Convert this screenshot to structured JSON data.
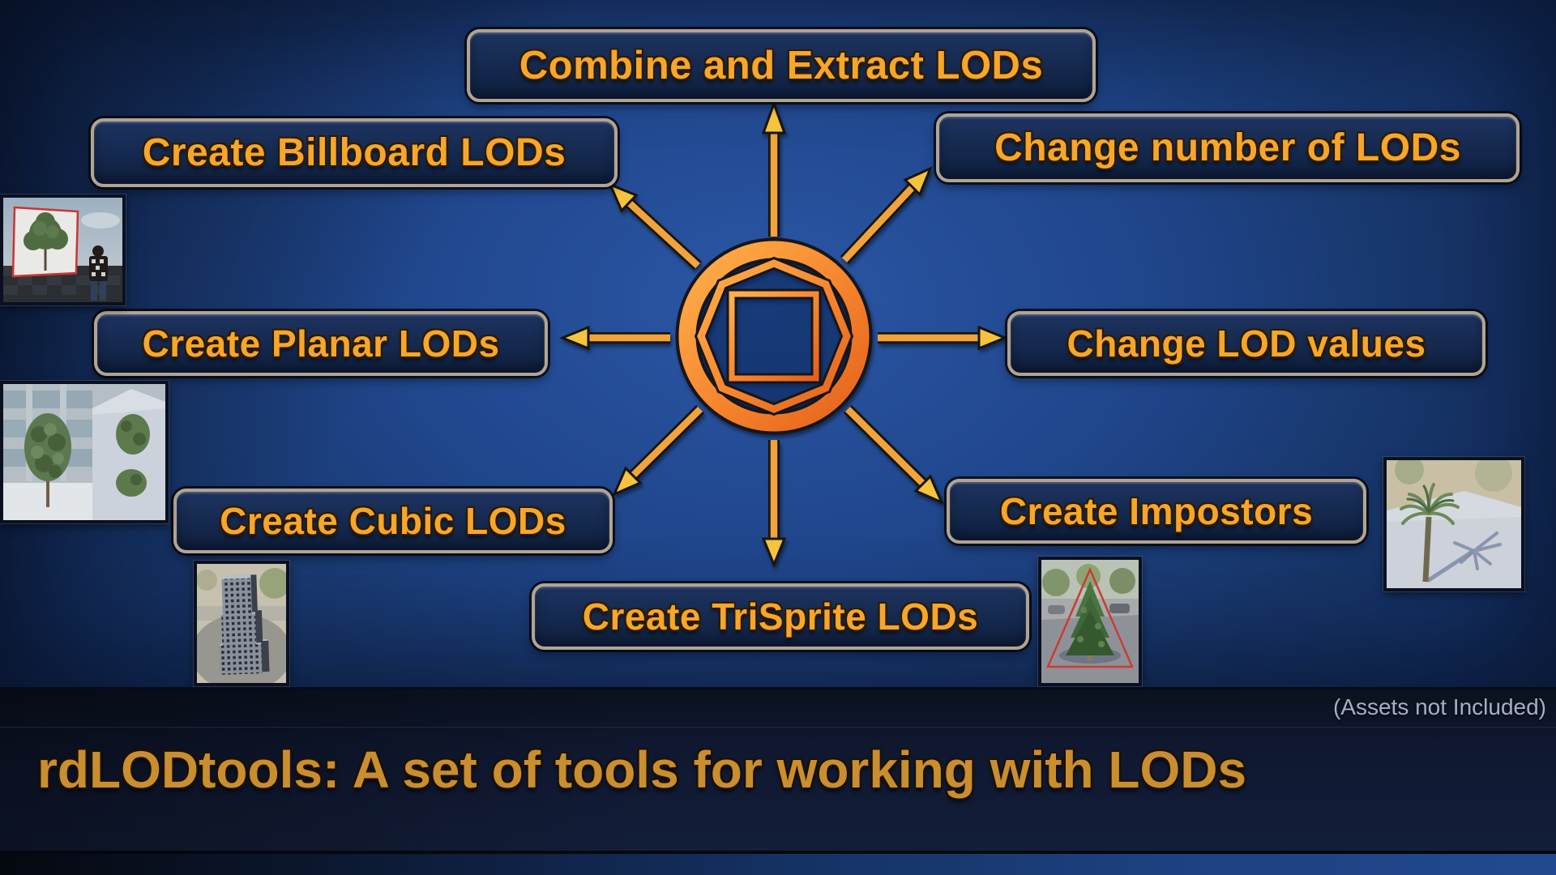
{
  "diagram": {
    "logo": {
      "icon": "octagon-square-logo-icon"
    },
    "nodes": [
      {
        "id": "combine",
        "position": "top",
        "label": "Combine and Extract LODs"
      },
      {
        "id": "billboard",
        "position": "top-left",
        "label": "Create Billboard LODs"
      },
      {
        "id": "change-number",
        "position": "top-right",
        "label": "Change number of LODs"
      },
      {
        "id": "planar",
        "position": "left",
        "label": "Create Planar LODs"
      },
      {
        "id": "change-values",
        "position": "right",
        "label": "Change LOD values"
      },
      {
        "id": "cubic",
        "position": "bottom-left",
        "label": "Create Cubic LODs"
      },
      {
        "id": "impostors",
        "position": "bottom-right",
        "label": "Create Impostors"
      },
      {
        "id": "trisprite",
        "position": "bottom",
        "label": "Create TriSprite LODs"
      }
    ],
    "examples": [
      {
        "name": "billboard-lod-example"
      },
      {
        "name": "planar-lod-example"
      },
      {
        "name": "cubic-lod-example"
      },
      {
        "name": "trisprite-lod-example"
      },
      {
        "name": "impostor-example"
      }
    ]
  },
  "footer": {
    "assets_note": "(Assets not Included)",
    "title": "rdLODtools: A set of tools for working with LODs"
  },
  "colors": {
    "accent_orange": "#F59E2B",
    "arrow_yellow": "#F6C33C",
    "label_border": "#B2A492",
    "label_fill": "#15294E",
    "background_blue": "#1E4285",
    "title_gold": "#C98E2F",
    "note_gray": "#A8AFC3"
  }
}
